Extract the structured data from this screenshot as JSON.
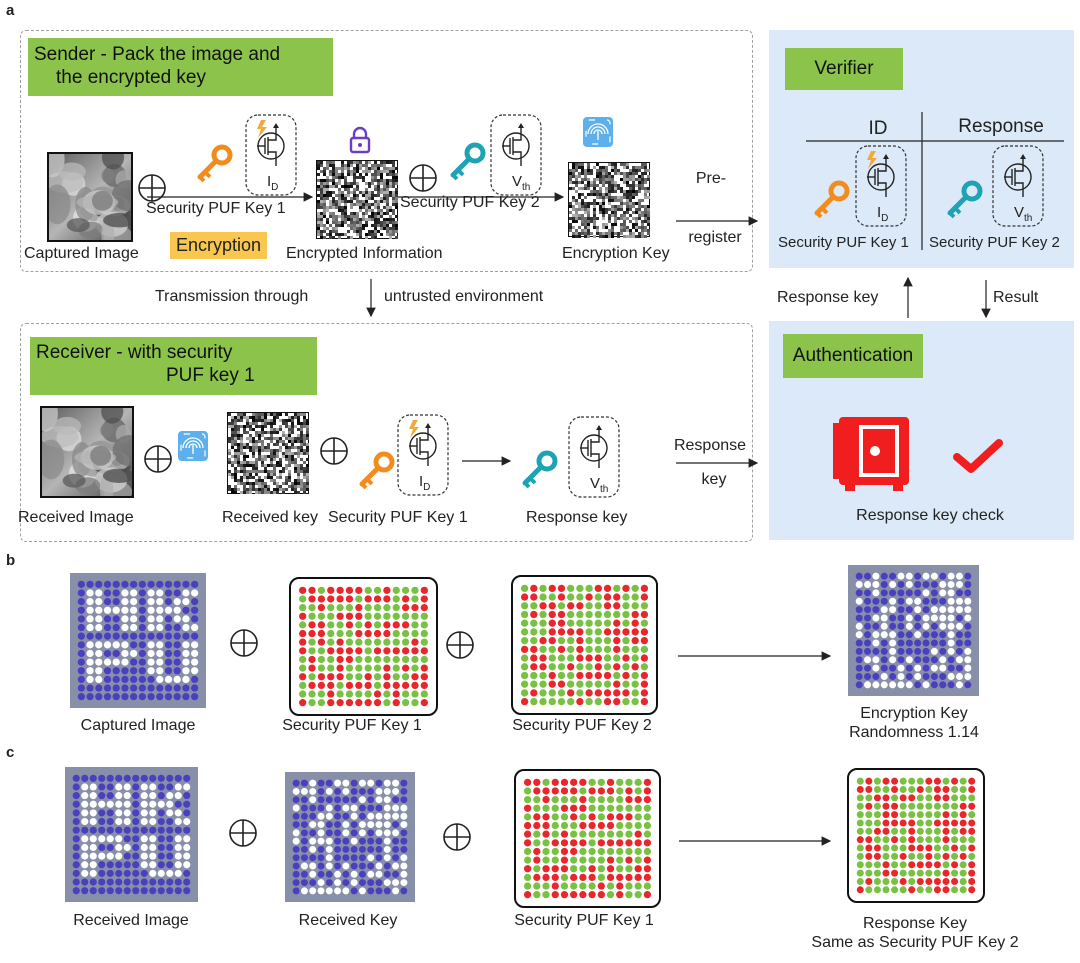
{
  "panels": {
    "a": "a",
    "b": "b",
    "c": "c"
  },
  "sender": {
    "title_line1": "Sender - Pack the image and",
    "title_line2": "the encrypted key",
    "captured_image": "Captured Image",
    "puf_key1": "Security PUF Key 1",
    "encryption": "Encryption",
    "encrypted_information": "Encrypted Information",
    "puf_key2": "Security PUF Key 2",
    "encryption_key": "Encryption Key",
    "id_sub": "D",
    "vth_sub": "th"
  },
  "pre_register": {
    "line1": "Pre-",
    "line2": "register"
  },
  "transmission": {
    "left": "Transmission through",
    "right": "untrusted environment"
  },
  "verifier": {
    "title": "Verifier",
    "col_id": "ID",
    "col_response": "Response",
    "puf_key1": "Security PUF Key 1",
    "puf_key2": "Security PUF Key 2"
  },
  "response_key_arrow": "Response key",
  "result_arrow": "Result",
  "authentication": {
    "title": "Authentication",
    "check": "Response key check"
  },
  "receiver": {
    "title_line1": "Receiver - with security",
    "title_line2": "PUF key 1",
    "received_image": "Received Image",
    "received_key": "Received key",
    "puf_key1": "Security PUF Key 1",
    "response_key": "Response key"
  },
  "response_arrow": {
    "line1": "Response",
    "line2": "key"
  },
  "panel_b": {
    "captured_image": "Captured Image",
    "puf_key1": "Security PUF Key 1",
    "puf_key2": "Security PUF Key 2",
    "encryption_key": "Encryption Key",
    "randomness": "Randomness 1.14"
  },
  "panel_c": {
    "received_image": "Received Image",
    "received_key": "Received Key",
    "puf_key1": "Security PUF Key 1",
    "response_key": "Response Key",
    "same_as": "Same as Security PUF Key 2"
  },
  "symbols": {
    "xor": "⊕",
    "I": "I",
    "V": "V"
  },
  "colors": {
    "green_label": "#8cc34a",
    "blue_panel": "#dbe9f8",
    "encryption_badge": "#f9c74f",
    "key_orange": "#f28c1e",
    "key_teal": "#1ea3b5",
    "lock_purple": "#6a3fc7",
    "safe_red": "#f01e1e",
    "dot_blue": "#4a3fbf",
    "dot_red": "#e8262b",
    "dot_green": "#79c143",
    "grid_bg": "#8790a8"
  },
  "icons": [
    "key-icon",
    "transistor-icon",
    "lock-icon",
    "fingerprint-icon",
    "safe-icon",
    "checkmark-icon",
    "xor-icon"
  ]
}
